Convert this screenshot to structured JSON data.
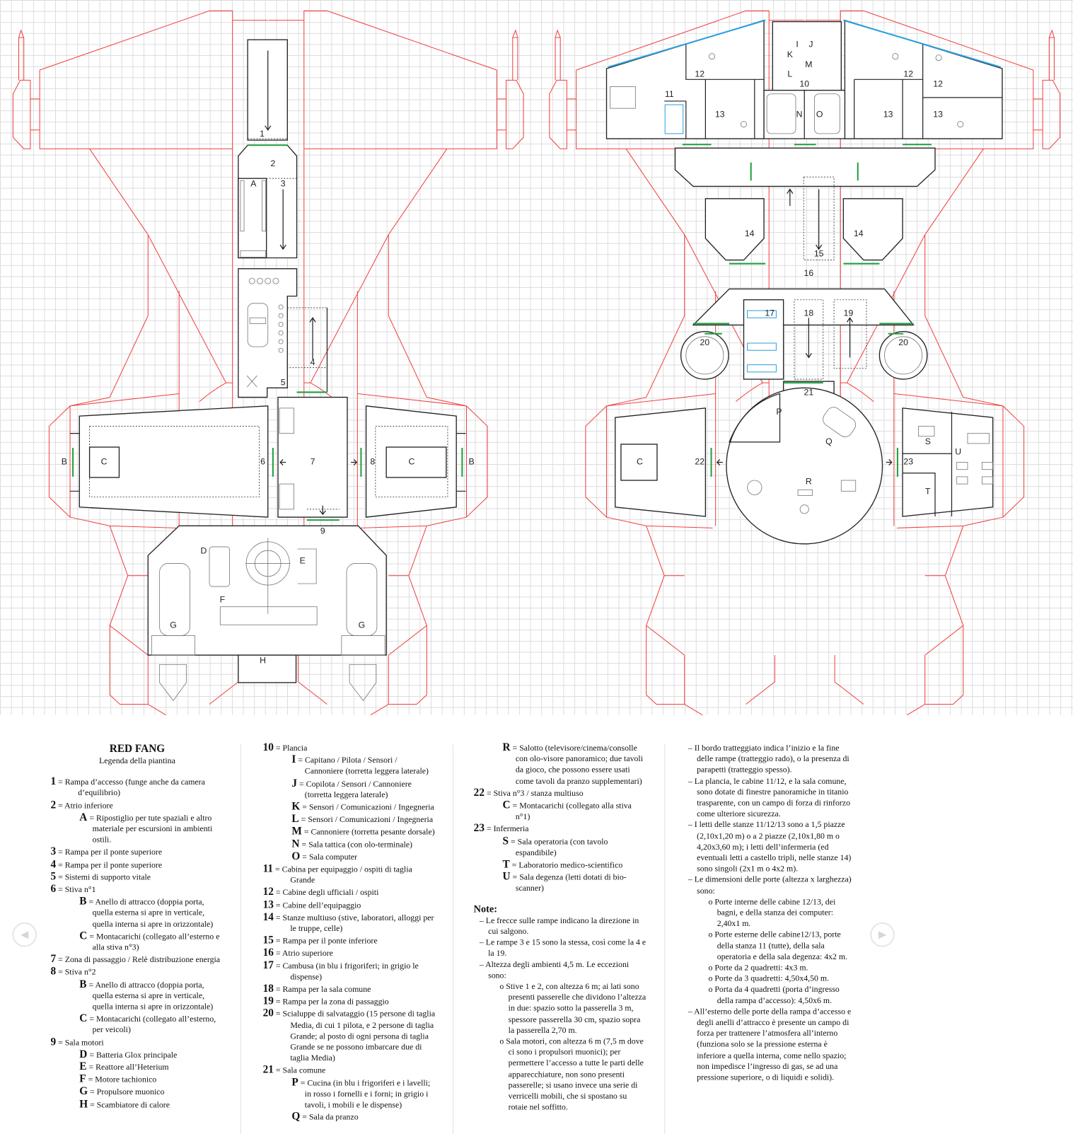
{
  "plan": {
    "left_labels": [
      "1",
      "2",
      "A",
      "3",
      "4",
      "5",
      "6",
      "7",
      "8",
      "9",
      "B",
      "C",
      "C",
      "B",
      "D",
      "E",
      "F",
      "G",
      "G",
      "H"
    ],
    "right_labels": [
      "I",
      "J",
      "K",
      "L",
      "M",
      "10",
      "N",
      "O",
      "11",
      "12",
      "12",
      "12",
      "13",
      "13",
      "13",
      "14",
      "14",
      "15",
      "16",
      "17",
      "18",
      "19",
      "20",
      "20",
      "21",
      "P",
      "Q",
      "R",
      "22",
      "C",
      "23",
      "S",
      "T",
      "U"
    ],
    "colors": {
      "hull": "#f04040",
      "walls": "#222222",
      "doors": "#20a040",
      "windows": "#2aa0e0",
      "grid": "#dcdcdc"
    }
  },
  "legend": {
    "title": "RED FANG",
    "subtitle": "Legenda della piantina",
    "col1": [
      {
        "k": "1",
        "t": "= Rampa d’accesso (funge anche da camera d’equilibrio)"
      },
      {
        "k": "2",
        "t": "= Atrio inferiore"
      },
      {
        "k": "A",
        "t": "= Ripostiglio per tute spaziali e altro materiale per escursioni in ambienti ostili."
      },
      {
        "k": "3",
        "t": "= Rampa per il ponte superiore"
      },
      {
        "k": "4",
        "t": "= Rampa per il ponte superiore"
      },
      {
        "k": "5",
        "t": "= Sistemi di supporto vitale"
      },
      {
        "k": "6",
        "t": "= Stiva n°1"
      },
      {
        "k": "B",
        "t": "= Anello di attracco (doppia porta, quella esterna si apre in verticale, quella interna si apre in orizzontale)"
      },
      {
        "k": "C",
        "t": "= Montacarichi (collegato all’esterno e alla stiva n°3)"
      },
      {
        "k": "7",
        "t": "= Zona di passaggio / Relè distribuzione energia"
      },
      {
        "k": "8",
        "t": "= Stiva n°2"
      },
      {
        "k": "B",
        "t": "= Anello di attracco (doppia porta, quella esterna si apre in verticale, quella interna si apre in orizzontale)"
      },
      {
        "k": "C",
        "t": "= Montacarichi (collegato all’esterno, per veicoli)"
      },
      {
        "k": "9",
        "t": "= Sala motori"
      },
      {
        "k": "D",
        "t": "= Batteria Glox principale"
      },
      {
        "k": "E",
        "t": "= Reattore all’Heterium"
      },
      {
        "k": "F",
        "t": "= Motore tachionico"
      },
      {
        "k": "G",
        "t": "= Propulsore muonico"
      },
      {
        "k": "H",
        "t": "= Scambiatore di calore"
      }
    ],
    "col2": [
      {
        "k": "10",
        "t": "= Plancia"
      },
      {
        "k": "I",
        "t": "= Capitano / Pilota / Sensori / Cannoniere (torretta leggera laterale)"
      },
      {
        "k": "J",
        "t": "= Copilota / Sensori / Cannoniere (torretta leggera laterale)"
      },
      {
        "k": "K",
        "t": "= Sensori / Comunicazioni / Ingegneria"
      },
      {
        "k": "L",
        "t": "= Sensori / Comunicazioni / Ingegneria"
      },
      {
        "k": "M",
        "t": "= Cannoniere (torretta pesante dorsale)"
      },
      {
        "k": "N",
        "t": "= Sala tattica (con olo-terminale)"
      },
      {
        "k": "O",
        "t": "= Sala computer"
      },
      {
        "k": "11",
        "t": "= Cabina per equipaggio / ospiti di taglia Grande"
      },
      {
        "k": "12",
        "t": "= Cabine degli ufficiali / ospiti"
      },
      {
        "k": "13",
        "t": "= Cabine dell’equipaggio"
      },
      {
        "k": "14",
        "t": "= Stanze multiuso (stive, laboratori, alloggi per le truppe, celle)"
      },
      {
        "k": "15",
        "t": "= Rampa per il ponte inferiore"
      },
      {
        "k": "16",
        "t": "= Atrio superiore"
      },
      {
        "k": "17",
        "t": "= Cambusa (in blu i frigoriferi; in grigio le dispense)"
      },
      {
        "k": "18",
        "t": "= Rampa per la sala comune"
      },
      {
        "k": "19",
        "t": "= Rampa per la zona di passaggio"
      },
      {
        "k": "20",
        "t": "= Scialuppe di salvataggio (15 persone di taglia Media, di cui 1 pilota, e 2 persone di taglia Grande; al posto di ogni persona di taglia Grande se ne possono imbarcare due di taglia Media)"
      },
      {
        "k": "21",
        "t": "= Sala comune"
      },
      {
        "k": "P",
        "t": "= Cucina (in blu i frigoriferi e i lavelli; in rosso i fornelli e i forni; in grigio i tavoli, i mobili e le dispense)"
      },
      {
        "k": "Q",
        "t": "= Sala da pranzo"
      }
    ],
    "col3": [
      {
        "k": "R",
        "t": "= Salotto (televisore/cinema/consolle con olo-visore panoramico; due tavoli da gioco, che possono essere usati come tavoli da pranzo supplementari)"
      },
      {
        "k": "22",
        "t": "= Stiva n°3 / stanza multiuso"
      },
      {
        "k": "C",
        "t": "= Montacarichi (collegato alla stiva n°1)"
      },
      {
        "k": "23",
        "t": "= Infermeria"
      },
      {
        "k": "S",
        "t": "= Sala operatoria (con tavolo espandibile)"
      },
      {
        "k": "T",
        "t": "= Laboratorio medico-scientifico"
      },
      {
        "k": "U",
        "t": "= Sala degenza (letti dotati di bio-scanner)"
      }
    ],
    "notes_heading": "Note:",
    "notes_col3": [
      "– Le frecce sulle rampe indicano la direzione in cui salgono.",
      "– Le rampe 3 e 15 sono la stessa, così come la 4 e la 19.",
      "– Altezza degli ambienti 4,5 m. Le eccezioni sono:",
      "o Stive 1 e 2, con altezza 6 m; ai lati sono presenti passerelle che dividono l’altezza in due: spazio sotto la passerella 3 m, spessore passerella 30 cm, spazio sopra la passerella 2,70 m.",
      "o Sala motori, con altezza 6 m (7,5 m dove ci sono i propulsori muonici); per permettere l’accesso a tutte le parti delle apparecchiature, non sono presenti passerelle; si usano invece una serie di verricelli mobili, che si spostano su rotaie nel soffitto."
    ],
    "notes_col4": [
      "– Il bordo tratteggiato indica l’inizio e la fine delle rampe (tratteggio rado), o la presenza di parapetti (tratteggio spesso).",
      "– La plancia, le cabine 11/12, e la sala comune, sono dotate di finestre panoramiche in titanio trasparente, con un campo di forza di rinforzo come ulteriore sicurezza.",
      "– I letti delle stanze 11/12/13 sono a 1,5 piazze (2,10x1,20 m) o a 2 piazze (2,10x1,80 m o 4,20x3,60 m); i letti dell’infermeria (ed eventuali letti a castello tripli, nelle stanze 14) sono singoli (2x1 m o 4x2 m).",
      "– Le dimensioni delle porte (altezza x larghezza) sono:",
      "o Porte interne delle cabine 12/13, dei bagni, e della stanza dei computer: 2,40x1 m.",
      "o Porte esterne delle cabine12/13, porte della stanza 11 (tutte), della sala operatoria e della sala degenza: 4x2 m.",
      "o Porte da 2 quadretti: 4x3 m.",
      "o Porte da 3 quadretti: 4,50x4,50 m.",
      "o Porta da 4 quadretti (porta d’ingresso della rampa d’accesso): 4,50x6 m.",
      "– All’esterno delle porte della rampa d’accesso e degli anelli d’attracco è presente un campo di forza per trattenere l’atmosfera all’interno (funziona solo se la pressione esterna è inferiore a quella interna, come nello spazio; non impedisce l’ingresso di gas, se ad una pressione superiore, o di liquidi e solidi)."
    ]
  },
  "nav": {
    "prev_icon": "chevron-left-icon",
    "next_icon": "chevron-right-icon",
    "prev_glyph": "◀",
    "next_glyph": "▶"
  }
}
